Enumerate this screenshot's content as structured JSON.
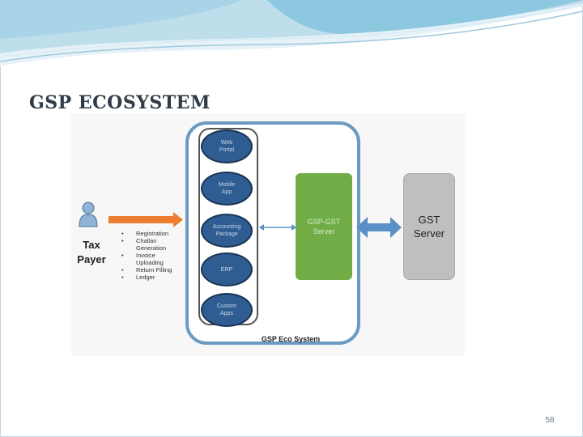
{
  "slide": {
    "title": "GSP ECOSYSTEM",
    "page_number": "58"
  },
  "diagram": {
    "actor": {
      "label": "Tax\nPayer",
      "icon": "person-icon"
    },
    "services": [
      "Registration",
      "Challan\nGeneration",
      "Invoice\nUploading",
      "Return Filling",
      "Ledger"
    ],
    "channels": [
      "Web\nPortal",
      "Mobile\nApp",
      "Accounting\nPackage",
      "ERP",
      "Custom\nApps"
    ],
    "gsp_server": "GSP-GST\nServer",
    "gst_server": "GST\nServer",
    "ecosystem_label": "GSP Eco System"
  },
  "colors": {
    "ecosystem_border": "#6d9ac2",
    "channel_fill": "#2f5d92",
    "gsp_server_fill": "#71ad47",
    "gst_server_fill": "#bfbfbf",
    "arrow_orange": "#ed7d31",
    "arrow_blue": "#5b8fc7"
  }
}
